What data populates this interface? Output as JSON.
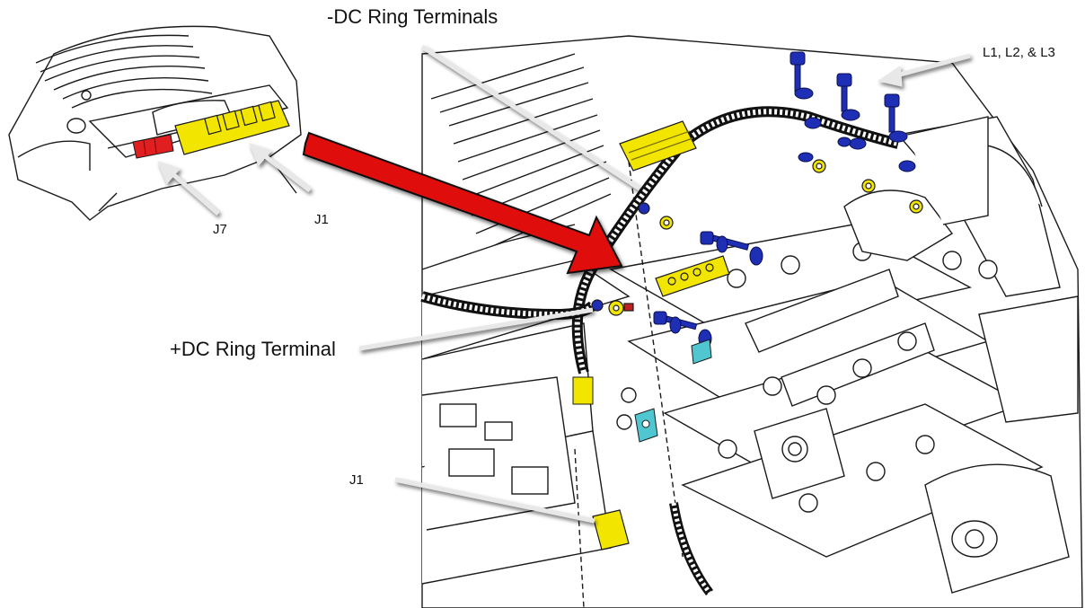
{
  "labels": {
    "neg_dc": "-DC Ring Terminals",
    "l_phases": "L1, L2, & L3",
    "pos_dc": "+DC Ring Terminal",
    "j1_inset": "J1",
    "j7_inset": "J7",
    "j1_main": "J1"
  },
  "colors": {
    "connector_yellow": "#f2e600",
    "connector_red": "#e02020",
    "arrow_red": "#e01010",
    "bolt_blue": "#1f2fb5",
    "terminal_cyan": "#4fc6d0",
    "line": "#1a1a1a",
    "callout_arrow": "#e8e8e8"
  }
}
